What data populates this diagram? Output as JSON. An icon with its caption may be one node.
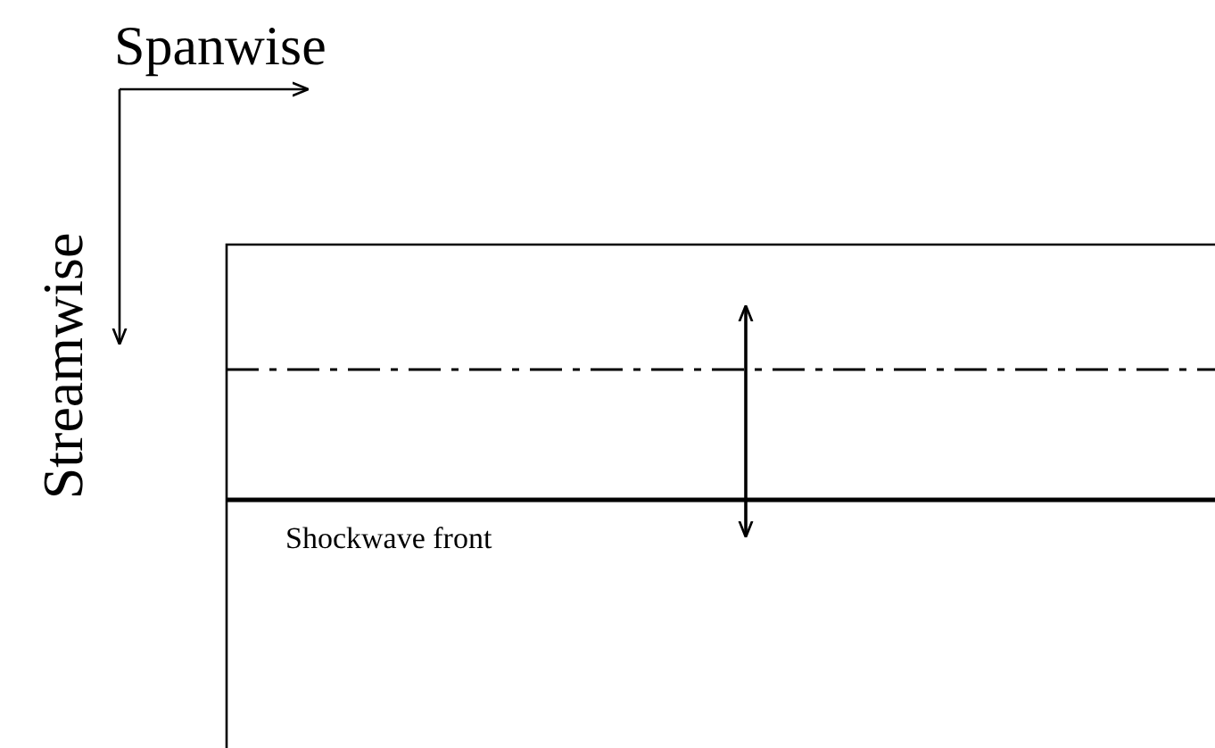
{
  "diagram": {
    "labels": [
      "Spanwise",
      "Streamwise",
      "Shockwave front"
    ]
  }
}
